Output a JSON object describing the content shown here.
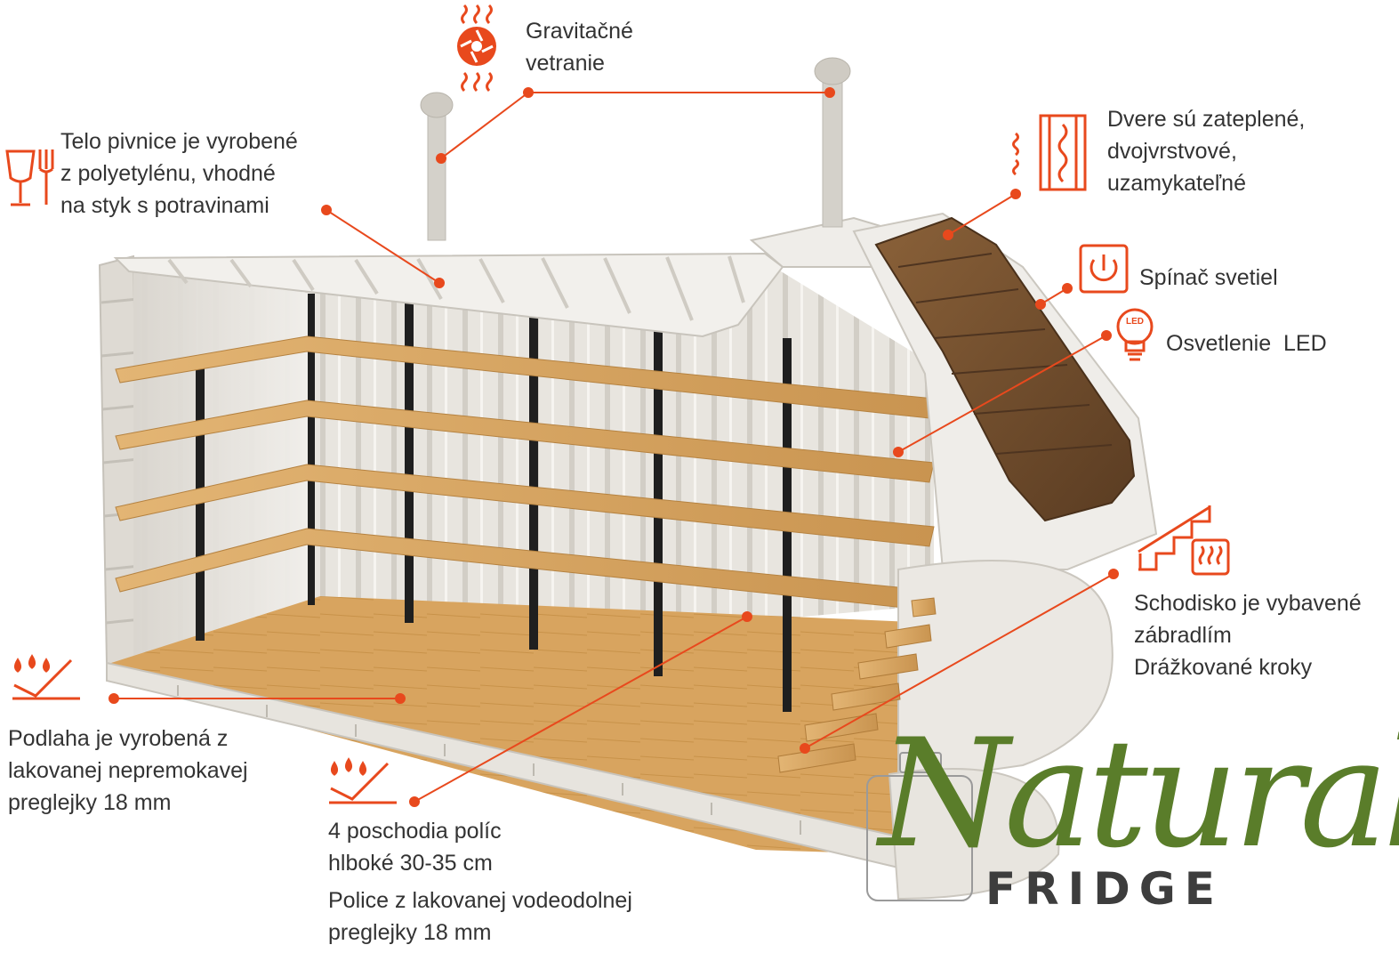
{
  "colors": {
    "accent": "#e8491d",
    "wood": "#d9a865",
    "wood_dark": "#b9843f",
    "plastic": "#ecebe7",
    "plastic_shade": "#cfccc5",
    "door": "#6e4b2c",
    "logo_green": "#5a7d2a",
    "logo_gray": "#3d3d3d"
  },
  "callouts": {
    "ventilation": {
      "lines": [
        "Gravitačné",
        "vetranie"
      ],
      "icon": "fan-heat-icon"
    },
    "body": {
      "lines": [
        "Telo pivnice je vyrobené",
        "z polyetylénu, vhodné",
        "na styk s potravinami"
      ],
      "icon": "food-safe-icon"
    },
    "door": {
      "lines": [
        "Dvere sú zateplené,",
        "dvojvrstvové,",
        "uzamykateľné"
      ],
      "icon": "insulated-door-icon"
    },
    "switch": {
      "lines": [
        "Spínač svetiel"
      ],
      "icon": "power-switch-icon"
    },
    "led": {
      "lines": [
        "Osvetlenie  LED"
      ],
      "icon": "led-bulb-icon",
      "icon_text": "LED"
    },
    "stairs": {
      "lines": [
        "Schodisko je vybavené",
        "zábradlím",
        "Drážkované kroky"
      ],
      "icon": "stairs-heat-icon"
    },
    "floor": {
      "lines": [
        "Podlaha je vyrobená z",
        "lakovanej nepremokavej",
        "preglejky 18 mm"
      ],
      "icon": "waterproof-icon"
    },
    "shelves": {
      "lines": [
        "4 poschodia políc",
        "hlboké 30-35 cm",
        "Police z lakovanej vodeodolnej",
        "preglejky 18 mm"
      ],
      "icon": "waterproof-icon"
    }
  },
  "logo": {
    "script": "Natural",
    "wordmark": "FRIDGE"
  }
}
